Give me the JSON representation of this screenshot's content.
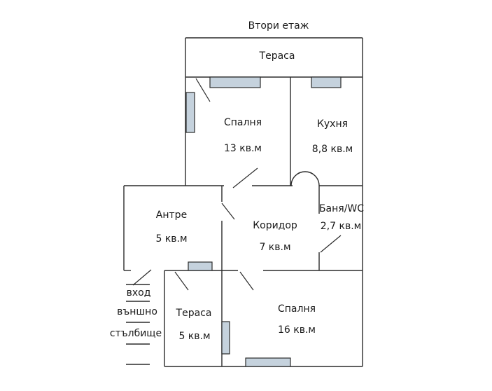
{
  "title": "Втори етаж",
  "rooms": {
    "terrace_top": {
      "name": "Тераса"
    },
    "bedroom_top": {
      "name": "Спалня",
      "area": "13 кв.м"
    },
    "kitchen": {
      "name": "Кухня",
      "area": "8,8 кв.м"
    },
    "bathroom": {
      "name": "Баня/WC",
      "area": "2,7 кв.м"
    },
    "hall": {
      "name": "Антре",
      "area": "5 кв.м"
    },
    "corridor": {
      "name": "Коридор",
      "area": "7 кв.м"
    },
    "terrace_bottom": {
      "name": "Тераса",
      "area": "5 кв.м"
    },
    "bedroom_bottom": {
      "name": "Спалня",
      "area": "16 кв.м"
    }
  },
  "entrance": {
    "line1": "вход",
    "line2": "външно",
    "line3": "стълбище"
  },
  "colors": {
    "wall": "#2b2b2b",
    "window": "#c5d2dd"
  }
}
